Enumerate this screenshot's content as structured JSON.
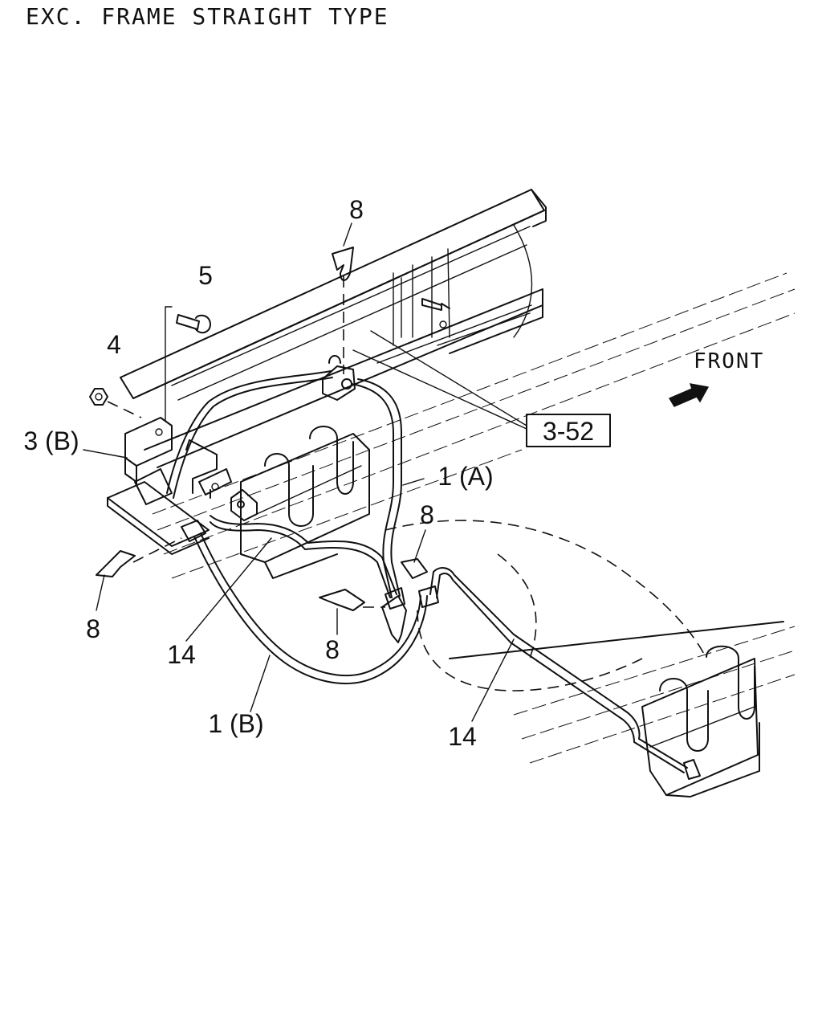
{
  "title": "EXC. FRAME STRAIGHT TYPE",
  "direction": {
    "label": "FRONT"
  },
  "reference_box": {
    "label": "3-52"
  },
  "callouts": [
    {
      "id": "c-8-top",
      "text": "8"
    },
    {
      "id": "c-5",
      "text": "5"
    },
    {
      "id": "c-4",
      "text": "4"
    },
    {
      "id": "c-3b",
      "text": "3 (B)"
    },
    {
      "id": "c-1a",
      "text": "1 (A)"
    },
    {
      "id": "c-8-right",
      "text": "8"
    },
    {
      "id": "c-8-left",
      "text": "8"
    },
    {
      "id": "c-14-left",
      "text": "14"
    },
    {
      "id": "c-8-mid",
      "text": "8"
    },
    {
      "id": "c-1b",
      "text": "1 (B)"
    },
    {
      "id": "c-14-right",
      "text": "14"
    }
  ],
  "colors": {
    "ink": "#111111",
    "paper": "#ffffff"
  }
}
